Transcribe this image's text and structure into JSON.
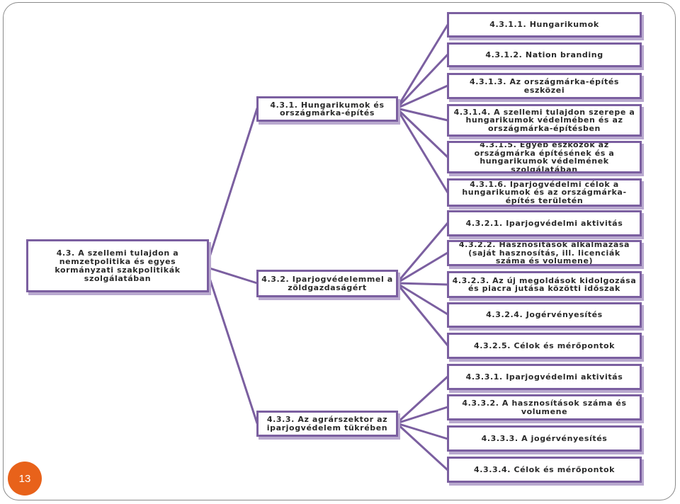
{
  "diagram": {
    "root": "4.3. A szellemi tulajdon a nemzetpolitika és egyes kormányzati szakpolitikák szolgálatában",
    "branches": [
      {
        "label": "4.3.1. Hungarikumok és országmárka-építés",
        "children": [
          "4.3.1.1. Hungarikumok",
          "4.3.1.2. Nation branding",
          "4.3.1.3. Az országmárka-építés eszközei",
          "4.3.1.4. A szellemi tulajdon szerepe a hungarikumok védelmében és az országmárka-építésben",
          "4.3.1.5. Egyéb eszközök az országmárka építésének és a hungarikumok védelmének szolgálatában",
          "4.3.1.6. Iparjogvédelmi célok a hungarikumok és az országmárka-építés területén"
        ]
      },
      {
        "label": "4.3.2. Iparjogvédelemmel a zöldgazdaságért",
        "children": [
          "4.3.2.1. Iparjogvédelmi aktivitás",
          "4.3.2.2. Hasznosítások alkalmazása (saját hasznosítás, ill. licenciák száma és volumene)",
          "4.3.2.3. Az új megoldások kidolgozása és piacra jutása közötti időszak",
          "4.3.2.4. Jogérvényesítés",
          "4.3.2.5. Célok és mérőpontok"
        ]
      },
      {
        "label": "4.3.3. Az agrárszektor az iparjogvédelem tükrében",
        "children": [
          "4.3.3.1. Iparjogvédelmi aktivitás",
          "4.3.3.2. A hasznosítások száma és volumene",
          "4.3.3.3. A jogérvényesítés",
          "4.3.3.4. Célok és mérőpontok"
        ]
      }
    ]
  },
  "page_number": "13",
  "colors": {
    "node_border": "#7b5fa0",
    "connector": "#7b5fa0",
    "page_badge": "#e8621a"
  }
}
